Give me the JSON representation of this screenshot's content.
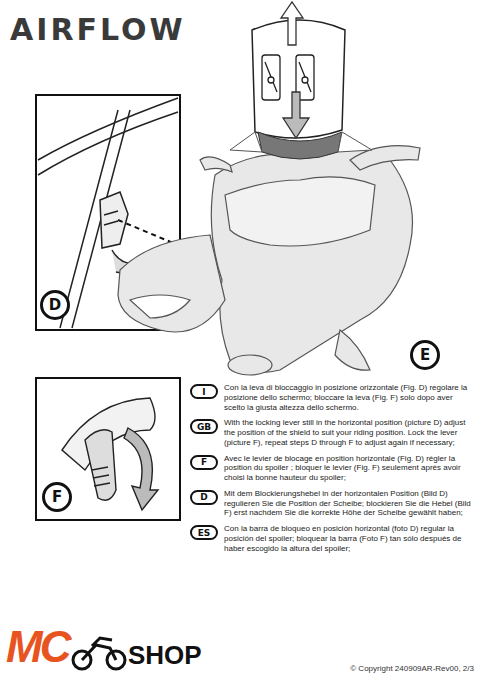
{
  "diagram": {
    "nodes": [
      {
        "text": [
          "D"
        ]
      },
      {
        "text": [
          "E"
        ]
      },
      {
        "text": [
          "F"
        ]
      },
      {
        "text": [
          "I"
        ]
      },
      {
        "text": [
          "GB"
        ]
      },
      {
        "text": [
          "F"
        ]
      },
      {
        "text": [
          "D"
        ]
      },
      {
        "text": [
          "ES"
        ]
      }
    ],
    "labels": [
      "AIRFLOW",
      "Con la leva di bloccaggio in posizione orizzontale (Fig. D) regolare la posizione dello schermo; bloccare la leva (Fig. F) solo dopo aver scelto la giusta altezza dello schermo.",
      "With the locking lever still in the horizontal position (picture D) adjust the position of the shield to suit your riding position. Lock the lever (picture F), repeat steps D through F to adjust again if necessary;",
      "Avec le levier de blocage en position horizontale (Fig. D) régler la position du spoiler ; bloquer le levier (Fig. F) seulement après avoir choisi la bonne hauteur du spoiler;",
      "Mit dem Blockierungshebel in der horizontalen Position (Bild D) regulieren Sie die Position der Scheibe; blockieren Sie die Hebel (Bild F) erst nachdem Sie die korrekte Höhe der Scheibe gewählt haben;",
      "Con la barra de bloqueo en posición horizontal (foto D) regular la posición del spoiler; bloquear la barra (Foto F) tan sólo después de haber escogido la altura del spoiler;",
      "MC",
      "SHOP",
      "© Copyright 240909AR-Rev00, 2/3"
    ]
  }
}
